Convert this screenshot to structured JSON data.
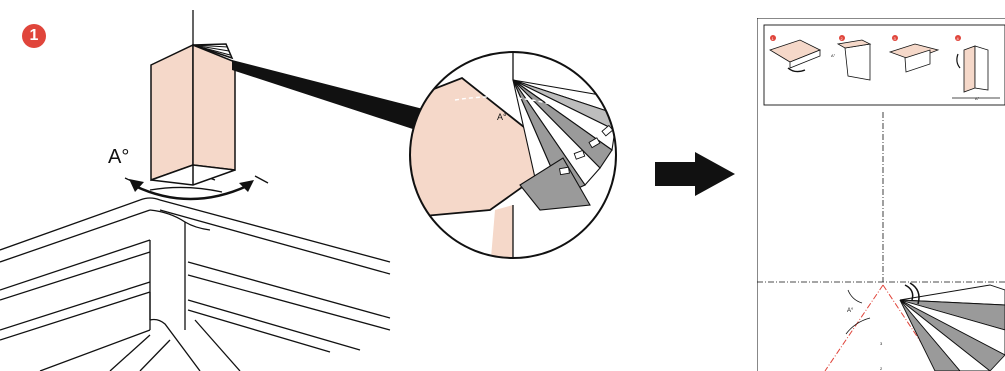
{
  "step": {
    "number": "1",
    "color": "#e0453b"
  },
  "corner_label": "A°",
  "magnifier_label": "A°",
  "template": {
    "thumb_numbers": [
      "1",
      "2",
      "3",
      "4"
    ],
    "thumb_labels": [
      "A°",
      "A°"
    ],
    "angle_label": "A°",
    "marks": [
      "3",
      "2"
    ]
  },
  "colors": {
    "accent": "#e0453b",
    "skin": "#f5d8c9",
    "ink": "#111111",
    "fan_grey": "#9a9a9a"
  }
}
